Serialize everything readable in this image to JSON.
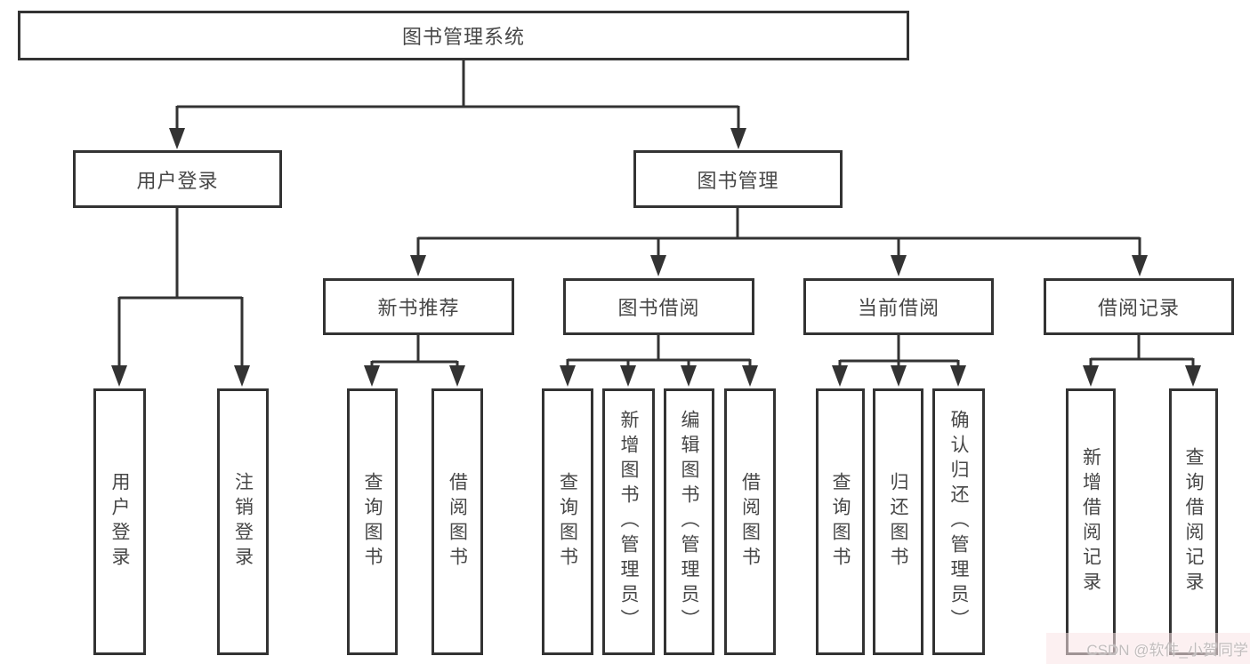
{
  "diagram": {
    "root": {
      "label": "图书管理系统"
    },
    "branches": [
      {
        "label": "用户登录",
        "children": [
          {
            "label": "用户登录"
          },
          {
            "label": "注销登录"
          }
        ]
      },
      {
        "label": "图书管理",
        "children": [
          {
            "label": "新书推荐",
            "children": [
              {
                "label": "查询图书"
              },
              {
                "label": "借阅图书"
              }
            ]
          },
          {
            "label": "图书借阅",
            "children": [
              {
                "label": "查询图书"
              },
              {
                "label": "新增图书（管理员）"
              },
              {
                "label": "编辑图书（管理员）"
              },
              {
                "label": "借阅图书"
              }
            ]
          },
          {
            "label": "当前借阅",
            "children": [
              {
                "label": "查询图书"
              },
              {
                "label": "归还图书"
              },
              {
                "label": "确认归还（管理员）"
              }
            ]
          },
          {
            "label": "借阅记录",
            "children": [
              {
                "label": "新增借阅记录"
              },
              {
                "label": "查询借阅记录"
              }
            ]
          }
        ]
      }
    ]
  },
  "watermark": {
    "text": "CSDN @软件_小贺同学"
  },
  "colors": {
    "line": "#333333",
    "text": "#474747",
    "watermark_text": "#c2bdbd",
    "watermark_bg": "#fae3e5"
  }
}
